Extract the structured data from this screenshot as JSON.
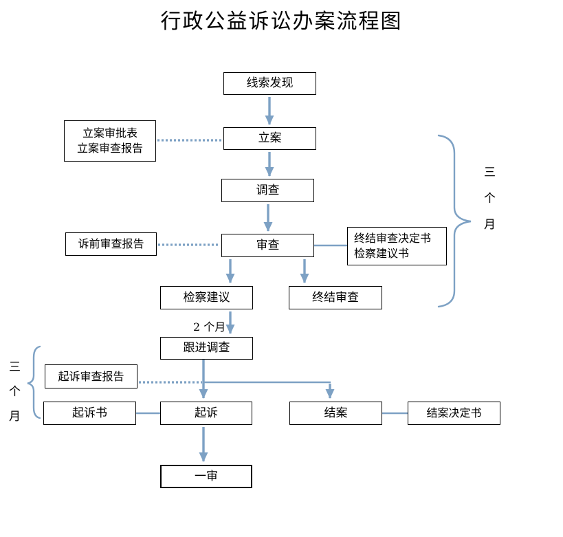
{
  "title": "行政公益诉讼办案流程图",
  "colors": {
    "connector_blue": "#7da1c4",
    "box_border": "#000000",
    "text": "#000000",
    "background": "#ffffff"
  },
  "nodes": {
    "clue_discovery": {
      "label": "线索发现"
    },
    "case_filing": {
      "label": "立案"
    },
    "filing_docs": {
      "lines": [
        "立案审批表",
        "立案审查报告"
      ]
    },
    "investigation": {
      "label": "调查"
    },
    "review": {
      "label": "审查"
    },
    "presuit_review_report": {
      "label": "诉前审查报告"
    },
    "termination_docs": {
      "lines": [
        "终结审查决定书",
        "检察建议书"
      ]
    },
    "procuratorial_suggestion": {
      "label": "检察建议"
    },
    "terminate_review": {
      "label": "终结审查"
    },
    "followup_investigation": {
      "label": "跟进调查"
    },
    "prosecution_review_report": {
      "label": "起诉审查报告"
    },
    "indictment": {
      "label": "起诉书"
    },
    "prosecute": {
      "label": "起诉"
    },
    "close_case": {
      "label": "结案"
    },
    "closing_decision": {
      "label": "结案决定书"
    },
    "first_instance": {
      "label": "一审"
    }
  },
  "annotations": {
    "two_months": "2 个月",
    "three_months_right": [
      "三",
      "个",
      "月"
    ],
    "three_months_left": [
      "三",
      "个",
      "月"
    ]
  }
}
